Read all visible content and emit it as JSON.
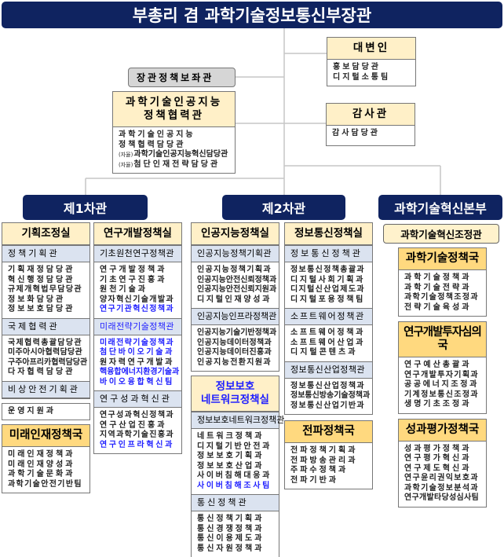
{
  "title": "부총리 겸 과학기술정보통신부장관",
  "advisor": "장관정책보좌관",
  "coop": {
    "title_lines": [
      "과학기술인공지능",
      "정책협력관"
    ],
    "items": [
      {
        "text": "과학기술인공지능"
      },
      {
        "text": "정책협력담당관"
      },
      {
        "prefix": "(자율)",
        "text": "과학기술인공지능혁신담당관"
      },
      {
        "prefix": "(자율)",
        "text": "첨단인재전략담당관"
      }
    ]
  },
  "spokesperson": {
    "title": "대변인",
    "items": [
      {
        "text": "홍보담당관"
      },
      {
        "text": "디지털소통팀"
      }
    ]
  },
  "audit": {
    "title": "감사관",
    "items": [
      {
        "text": "감사담당관"
      }
    ]
  },
  "vice": [
    "제1차관",
    "제2차관",
    "과학기술혁신본부"
  ],
  "innovation_coordinator": "과학기술혁신조정관",
  "colors": {
    "navy": "#0f2360",
    "header": "#fff0c8",
    "header_dark": "#ffd97f",
    "subheader": "#dbe3f0",
    "highlight_text": "#1f1fff"
  },
  "boxes": [
    {
      "title": "기획조정실",
      "sections": [
        {
          "head": "정책기획관",
          "items": [
            {
              "text": "기획재정담당관"
            },
            {
              "text": "혁신행정담당관"
            },
            {
              "text": "규제개혁법무담당관"
            },
            {
              "text": "정보화담당관"
            },
            {
              "text": "정보보호담당관"
            }
          ]
        },
        {
          "head": "국제협력관",
          "items": [
            {
              "text": "국제협력총괄담당관"
            },
            {
              "text": "미주아시아협력담당관"
            },
            {
              "text": "구주아프리카협력담당관"
            },
            {
              "text": "다자협력담당관"
            }
          ]
        },
        {
          "head": "비상안전기획관",
          "items": []
        }
      ]
    },
    {
      "title": "",
      "sections": [
        {
          "head": "",
          "items": [
            {
              "text": "운영지원과"
            }
          ]
        }
      ]
    },
    {
      "title": "미래인재정책국",
      "style": "dark",
      "sections": [
        {
          "head": "",
          "items": [
            {
              "text": "미래인재정책과"
            },
            {
              "text": "미래인재양성과"
            },
            {
              "text": "과학기술문화과"
            },
            {
              "text": "과학기술안전기반팀"
            }
          ]
        }
      ]
    },
    {
      "title": "연구개발정책실",
      "sections": [
        {
          "head": "기초원천연구정책관",
          "items": [
            {
              "text": "연구개발정책과"
            },
            {
              "text": "기초연구진흥과"
            },
            {
              "text": "원천기술과"
            },
            {
              "text": "양자혁신기술개발과"
            },
            {
              "text": "연구기관혁신정책과",
              "blue": true
            }
          ]
        },
        {
          "head": "미래전략기술정책관",
          "blue": true,
          "items": [
            {
              "text": "미래전략기술정책과",
              "blue": true
            },
            {
              "text": "첨단바이오기술과",
              "blue": true
            },
            {
              "text": "원자력연구개발과"
            },
            {
              "text": "핵융합에너지환경기술과",
              "blue": true
            },
            {
              "text": "바이오융합혁신팀",
              "blue": true
            }
          ]
        },
        {
          "head": "연구성과혁신관",
          "items": [
            {
              "text": "연구성과혁신정책과"
            },
            {
              "text": "연구산업진흥과"
            },
            {
              "text": "지역과학기술진흥과"
            },
            {
              "text": "연구인프라혁신과",
              "blue": true
            }
          ]
        }
      ]
    },
    {
      "title": "인공지능정책실",
      "sections": [
        {
          "head": "인공지능정책기획관",
          "items": [
            {
              "text": "인공지능정책기획과"
            },
            {
              "text": "인공지능안전신뢰정책과"
            },
            {
              "text": "인공지능안전신뢰지원과"
            },
            {
              "text": "디지털인재양성과"
            }
          ]
        },
        {
          "head": "인공지능인프라정책관",
          "items": [
            {
              "text": "인공지능기술기반정책과"
            },
            {
              "text": "인공지능데이터정책과"
            },
            {
              "text": "인공지능데이터진흥과"
            },
            {
              "text": "인공지능전환지원과"
            }
          ]
        }
      ]
    },
    {
      "title_lines": [
        "정보보호",
        "네트워크정책실"
      ],
      "style": "blue",
      "sections": [
        {
          "head": "정보보호네트워크정책관",
          "items": [
            {
              "text": "네트워크정책과"
            },
            {
              "text": "디지털기반안전과"
            },
            {
              "text": "정보보호기획과"
            },
            {
              "text": "정보보호산업과"
            },
            {
              "text": "사이버침해대응과"
            },
            {
              "text": "사이버침해조사팀",
              "blue": true
            }
          ]
        },
        {
          "head": "통신정책관",
          "items": [
            {
              "text": "통신정책기획과"
            },
            {
              "text": "통신경쟁정책과"
            },
            {
              "text": "통신이용제도과"
            },
            {
              "text": "통신자원정책과"
            }
          ]
        }
      ]
    },
    {
      "title": "정보통신정책실",
      "sections": [
        {
          "head": "정보통신정책관",
          "items": [
            {
              "text": "정보통신정책총괄과"
            },
            {
              "text": "디지털사회기획과"
            },
            {
              "text": "디지털신산업제도과"
            },
            {
              "text": "디지털포용정책팀"
            }
          ]
        },
        {
          "head": "소프트웨어정책관",
          "items": [
            {
              "text": "소프트웨어정책과"
            },
            {
              "text": "소프트웨어산업과"
            },
            {
              "text": "디지털콘텐츠과"
            }
          ]
        },
        {
          "head": "정보통신산업정책관",
          "items": [
            {
              "text": "정보통신산업정책과"
            },
            {
              "text": "정보통신방송기술정책과"
            },
            {
              "text": "정보통신산업기반과"
            }
          ]
        }
      ]
    },
    {
      "title": "전파정책국",
      "style": "dark",
      "sections": [
        {
          "head": "",
          "items": [
            {
              "text": "전파정책기획과"
            },
            {
              "text": "전파방송관리과"
            },
            {
              "text": "주파수정책과"
            },
            {
              "text": "전파기반과"
            }
          ]
        }
      ]
    },
    {
      "title": "과학기술정책국",
      "style": "dark",
      "sections": [
        {
          "head": "",
          "items": [
            {
              "text": "과학기술정책과"
            },
            {
              "text": "과학기술전략과"
            },
            {
              "text": "과학기술정책조정과"
            },
            {
              "text": "전략기술육성과"
            }
          ]
        }
      ]
    },
    {
      "title": "연구개발투자심의국",
      "style": "dark narrow",
      "sections": [
        {
          "head": "",
          "items": [
            {
              "text": "연구예산총괄과"
            },
            {
              "text": "연구개발투자기획과"
            },
            {
              "text": "공공에너지조정과"
            },
            {
              "text": "기계정보통신조정과"
            },
            {
              "text": "생명기초조정과"
            }
          ]
        }
      ]
    },
    {
      "title": "성과평가정책국",
      "style": "dark",
      "sections": [
        {
          "head": "",
          "items": [
            {
              "text": "성과평가정책과"
            },
            {
              "text": "연구평가혁신과"
            },
            {
              "text": "연구제도혁신과"
            },
            {
              "text": "연구윤리권익보호과"
            },
            {
              "text": "과학기술정보분석과"
            },
            {
              "text": "연구개발타당성심사팀"
            }
          ]
        }
      ]
    }
  ]
}
